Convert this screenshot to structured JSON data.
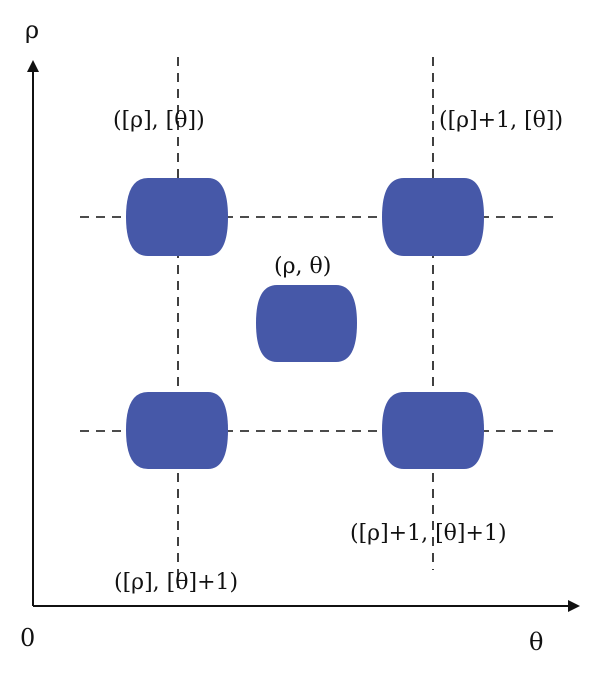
{
  "axes": {
    "y_label": "ρ",
    "x_label": "θ",
    "origin_label": "0"
  },
  "nodes": {
    "top_left": "([ρ], [θ])",
    "top_right": "([ρ]+1, [θ])",
    "center": "(ρ, θ)",
    "bottom_right": "([ρ]+1, [θ]+1)",
    "bottom_left": "([ρ], [θ]+1)"
  },
  "colors": {
    "blob": "#4658a8",
    "line": "#111111"
  }
}
